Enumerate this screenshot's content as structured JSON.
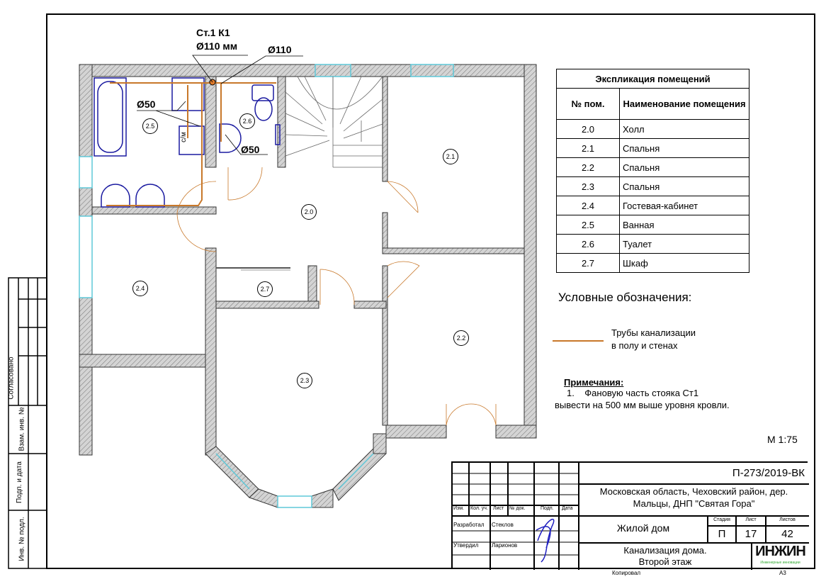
{
  "plan": {
    "riser_label": "Ст.1  К1",
    "riser_diameter": "Ø110 мм",
    "pipe_d110": "Ø110",
    "pipe_d50_a": "Ø50",
    "pipe_d50_b": "Ø50",
    "washer_label": "с/м",
    "rooms": [
      "2.0",
      "2.1",
      "2.2",
      "2.3",
      "2.4",
      "2.5",
      "2.6",
      "2.7"
    ],
    "pipe_color": "#c8782a",
    "fixture_color": "#1a1aa0",
    "window_color": "#5fc8d8"
  },
  "explication": {
    "title": "Экспликация помещений",
    "col_num": "№ пом.",
    "col_name": "Наименование помещения",
    "rows": [
      {
        "num": "2.0",
        "name": "Холл"
      },
      {
        "num": "2.1",
        "name": "Спальня"
      },
      {
        "num": "2.2",
        "name": "Спальня"
      },
      {
        "num": "2.3",
        "name": "Спальня"
      },
      {
        "num": "2.4",
        "name": "Гостевая-кабинет"
      },
      {
        "num": "2.5",
        "name": "Ванная"
      },
      {
        "num": "2.6",
        "name": "Туалет"
      },
      {
        "num": "2.7",
        "name": "Шкаф"
      }
    ]
  },
  "legend": {
    "title": "Условные обозначения:",
    "pipe_line1": "Трубы канализации",
    "pipe_line2": "в полу и стенах"
  },
  "notes": {
    "title": "Примечания:",
    "item1_num": "1.",
    "item1_line1": "Фановую часть стояка Ст1",
    "item1_line2": "вывести на 500 мм выше уровня кровли."
  },
  "scale": "М 1:75",
  "stamp": {
    "agreed": "Согласовано",
    "inv_vzam": "Взам. инв. №",
    "sign_date": "Подп. и дата",
    "inv_orig": "Инв. № подл."
  },
  "title_block": {
    "code": "П-273/2019-ВК",
    "address_line1": "Московская область, Чеховский район, дер.",
    "address_line2": "Мальцы, ДНП \"Святая Гора\"",
    "object": "Жилой дом",
    "sheet_title_line1": "Канализация дома.",
    "sheet_title_line2": "Второй этаж",
    "stage_label": "Стадия",
    "sheet_label": "Лист",
    "sheets_label": "Листов",
    "stage": "П",
    "sheet": "17",
    "sheets": "42",
    "col_headers": [
      "Изм.",
      "Кол. уч.",
      "Лист",
      "№ док.",
      "Подп.",
      "Дата"
    ],
    "developed_label": "Разработал",
    "developed_name": "Стеклов",
    "approved_label": "Утвердил",
    "approved_name": "Ларионов",
    "company_logo": "ИНЖИН",
    "company_tagline": "Инженерные инновации",
    "copied": "Копировал",
    "format": "А3"
  }
}
